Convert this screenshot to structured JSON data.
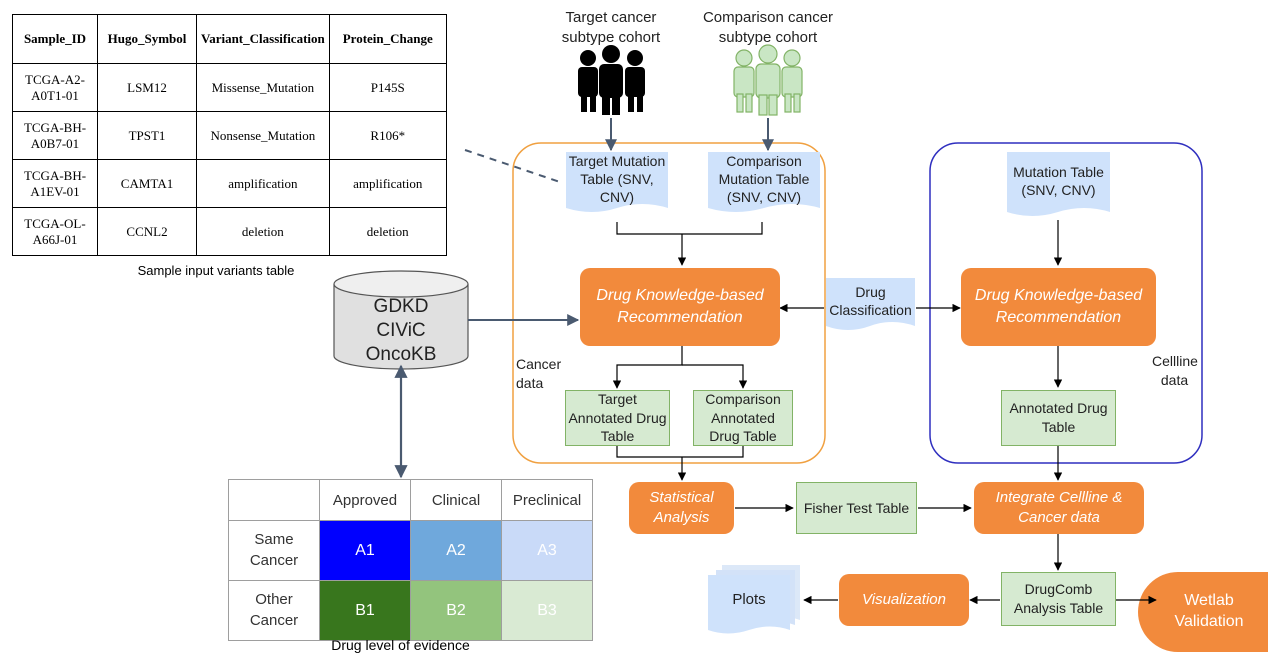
{
  "sample_table": {
    "headers": [
      "Sample_ID",
      "Hugo_Symbol",
      "Variant_Classification",
      "Protein_Change"
    ],
    "rows": [
      [
        "TCGA-A2-A0T1-01",
        "LSM12",
        "Missense_Mutation",
        "P145S"
      ],
      [
        "TCGA-BH-A0B7-01",
        "TPST1",
        "Nonsense_Mutation",
        "R106*"
      ],
      [
        "TCGA-BH-A1EV-01",
        "CAMTA1",
        "amplification",
        "amplification"
      ],
      [
        "TCGA-OL-A66J-01",
        "CCNL2",
        "deletion",
        "deletion"
      ]
    ],
    "caption": "Sample input variants table"
  },
  "cohorts": {
    "target": "Target cancer subtype cohort",
    "comparison": "Comparison cancer subtype cohort"
  },
  "database": {
    "lines": [
      "GDKD",
      "CIViC",
      "OncoKB"
    ]
  },
  "cancer_region": {
    "target_table": "Target Mutation Table (SNV, CNV)",
    "comparison_table": "Comparison Mutation Table (SNV, CNV)",
    "recommendation": "Drug Knowledge-based Recommendation",
    "label": "Cancer data",
    "target_annotated": "Target Annotated Drug Table",
    "comparison_annotated": "Comparison Annotated Drug Table"
  },
  "drug_classification": "Drug Classification",
  "cellline_region": {
    "mutation_table": "Mutation Table (SNV, CNV)",
    "recommendation": "Drug Knowledge-based Recommendation",
    "label": "Cellline data",
    "annotated": "Annotated Drug Table"
  },
  "pipeline": {
    "statistical": "Statistical Analysis",
    "fisher": "Fisher Test Table",
    "integrate": "Integrate Cellline & Cancer data",
    "drugcomb": "DrugComb Analysis Table",
    "visualization": "Visualization",
    "plots": "Plots",
    "wetlab": "Wetlab Validation"
  },
  "evidence": {
    "columns": [
      "Approved",
      "Clinical",
      "Preclinical"
    ],
    "rows": [
      {
        "label": "Same Cancer",
        "cells": [
          "A1",
          "A2",
          "A3"
        ]
      },
      {
        "label": "Other Cancer",
        "cells": [
          "B1",
          "B2",
          "B3"
        ]
      }
    ],
    "caption": "Drug level of evidence"
  },
  "colors": {
    "orange": "#f28a3c",
    "green_fill": "#d6ead1",
    "green_border": "#82b366",
    "doc_blue": "#cfe2fb",
    "region_orange": "#f0a040",
    "region_blue": "#2f2fbf",
    "arrow": "#4a5a70",
    "A1": "#0000ff",
    "A2": "#6fa8dc",
    "A3": "#c9daf8",
    "B1": "#38761d",
    "B2": "#93c47d",
    "B3": "#d9ead3"
  }
}
